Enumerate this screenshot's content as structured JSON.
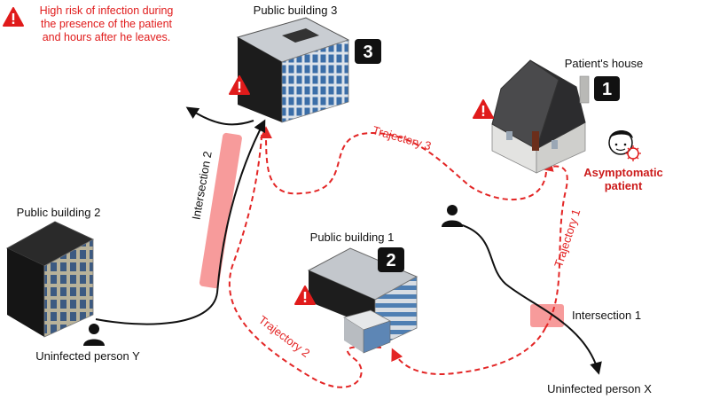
{
  "legend": {
    "text_lines": [
      "High risk of infection during",
      "the presence of the patient",
      "and hours after he leaves."
    ]
  },
  "buildings": {
    "b3": {
      "label": "Public building 3",
      "badge": "3"
    },
    "b2": {
      "label": "Public building 2"
    },
    "b1": {
      "label": "Public building 1",
      "badge": "2"
    },
    "house": {
      "label": "Patient's house",
      "badge": "1"
    }
  },
  "patient": {
    "lines": [
      "Asymptomatic",
      "patient"
    ]
  },
  "persons": {
    "y": "Uninfected person Y",
    "x": "Uninfected person X"
  },
  "intersections": {
    "one": "Intersection 1",
    "two": "Intersection 2"
  },
  "trajectories": {
    "t1": "Trajectory 1",
    "t2": "Trajectory 2",
    "t3": "Trajectory 3"
  },
  "colors": {
    "alert": "#e01b1b",
    "trajectory": "#e32626",
    "highlight": "#f47a7a",
    "ink": "#111111"
  }
}
